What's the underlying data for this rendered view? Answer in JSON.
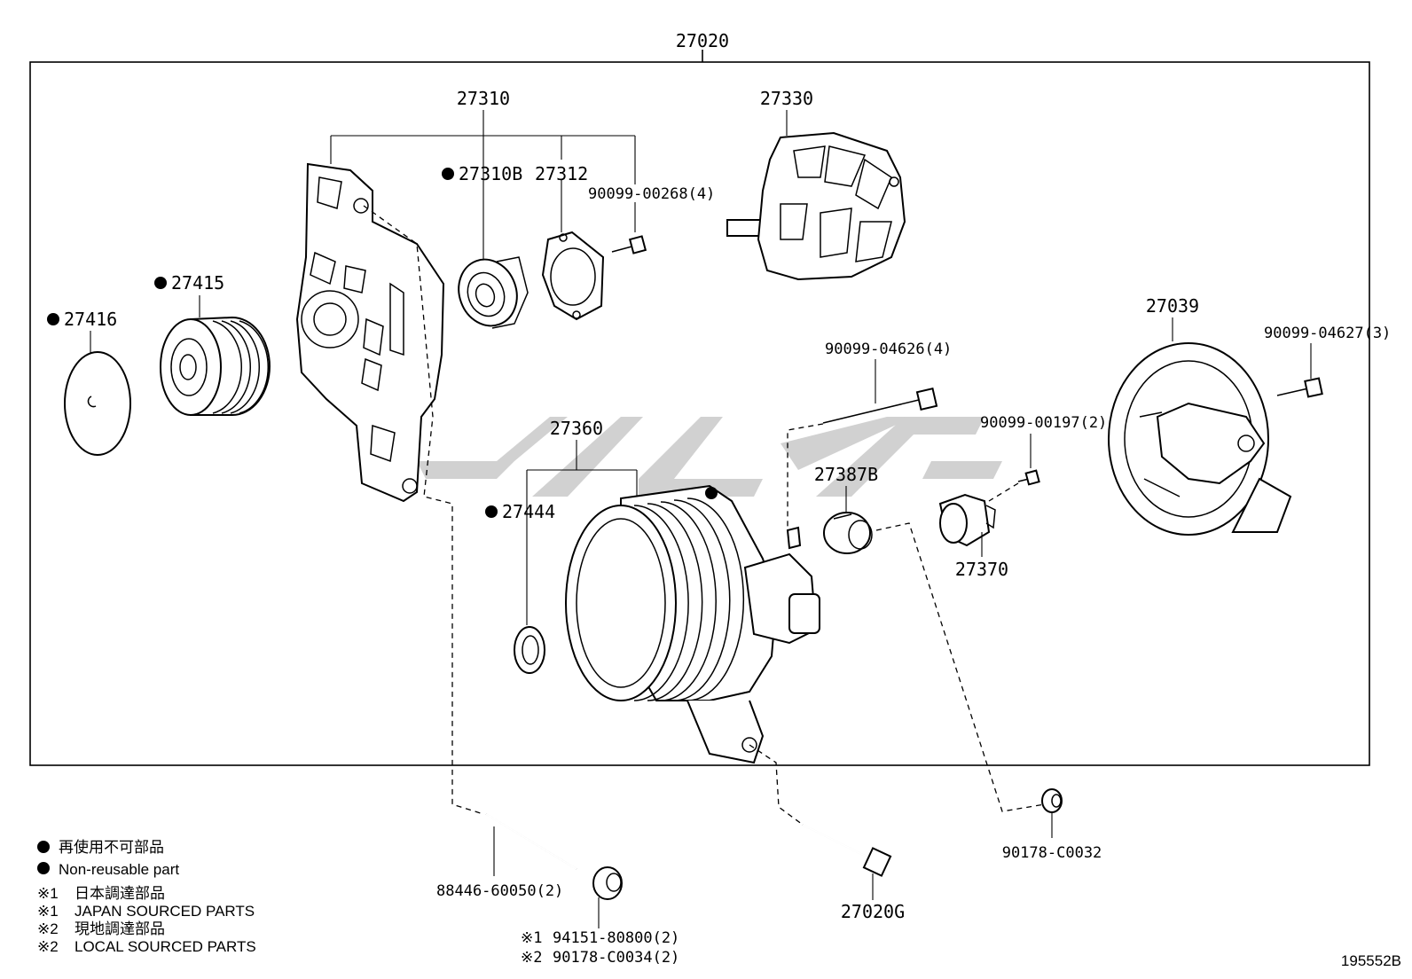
{
  "assembly": {
    "number": "27020"
  },
  "parts": {
    "p27310": "27310",
    "p27310b": "27310B",
    "p27312": "27312",
    "p90099_00268": "90099-00268(4)",
    "p27330": "27330",
    "p27415": "27415",
    "p27416": "27416",
    "p27039": "27039",
    "p90099_04627": "90099-04627(3)",
    "p90099_04626": "90099-04626(4)",
    "p90099_00197": "90099-00197(2)",
    "p27360": "27360",
    "p27387b": "27387B",
    "p27444": "27444",
    "p27370": "27370",
    "p88446": "88446-60050(2)",
    "p94151": "94151-80800(2)",
    "p90178_c0034": "90178-C0034(2)",
    "p27020g": "27020G",
    "p90178_c0032": "90178-C0032"
  },
  "markers": {
    "ref1": "※1",
    "ref2": "※2"
  },
  "legend": {
    "nonreusable_jp": "再使用不可部品",
    "nonreusable_en": "Non-reusable part",
    "japan_jp": "日本調達部品",
    "japan_en": "JAPAN SOURCED PARTS",
    "local_jp": "現地調達部品",
    "local_en": "LOCAL SOURCED PARTS"
  },
  "diagram_id": "195552B"
}
